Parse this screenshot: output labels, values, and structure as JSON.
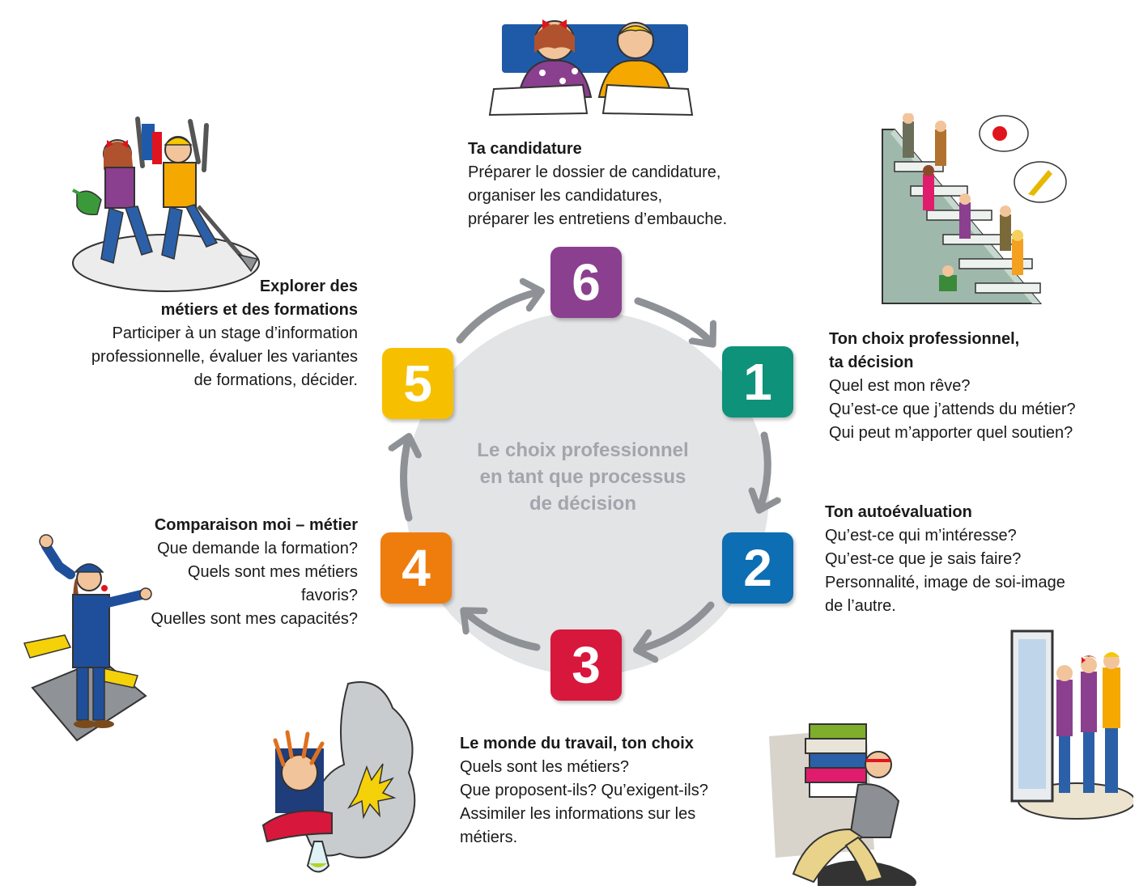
{
  "center_label": [
    "Le choix professionnel",
    "en tant que processus",
    "de décision"
  ],
  "steps": [
    {
      "number": "1",
      "color": "#0e927a",
      "title": [
        "Ton choix professionnel,",
        "ta décision"
      ],
      "lines": [
        "Quel est mon rêve?",
        "Qu’est-ce que j’attends du métier?",
        "Qui peut m’apporter quel soutien?"
      ]
    },
    {
      "number": "2",
      "color": "#0d6eb3",
      "title": [
        "Ton autoévaluation"
      ],
      "lines": [
        "Qu’est-ce qui m’intéresse?",
        "Qu’est-ce que je sais faire?",
        "Personnalité, image de soi-image",
        "de l’autre."
      ]
    },
    {
      "number": "3",
      "color": "#d8173c",
      "title": [
        "Le monde du travail, ton choix"
      ],
      "lines": [
        "Quels sont les métiers?",
        "Que proposent-ils? Qu’exigent-ils?",
        "Assimiler les informations sur les",
        "métiers."
      ]
    },
    {
      "number": "4",
      "color": "#ef7d0d",
      "title": [
        "Comparaison moi – métier"
      ],
      "lines": [
        "Que demande la formation?",
        "Quels sont mes métiers",
        "favoris?",
        "Quelles sont mes capacités?"
      ]
    },
    {
      "number": "5",
      "color": "#f6c000",
      "title": [
        "Explorer des",
        "métiers et des formations"
      ],
      "lines": [
        "Participer à un stage d’information",
        "professionnelle, évaluer les variantes",
        "de formations, décider."
      ]
    },
    {
      "number": "6",
      "color": "#8b3f8f",
      "title": [
        "Ta candidature"
      ],
      "lines": [
        "Préparer le dossier de candidature,",
        "organiser les candidatures,",
        "préparer les entretiens d’embauche."
      ]
    }
  ],
  "colors": {
    "arrow": "#8e9196",
    "circle": "#e3e4e6",
    "center_text": "#a2a6ac"
  },
  "illustrations": [
    "students-writing",
    "people-on-stairs-dreaming",
    "people-at-mirror",
    "person-carrying-binders",
    "lab-explosion",
    "conductor-signaling",
    "students-with-tools"
  ]
}
